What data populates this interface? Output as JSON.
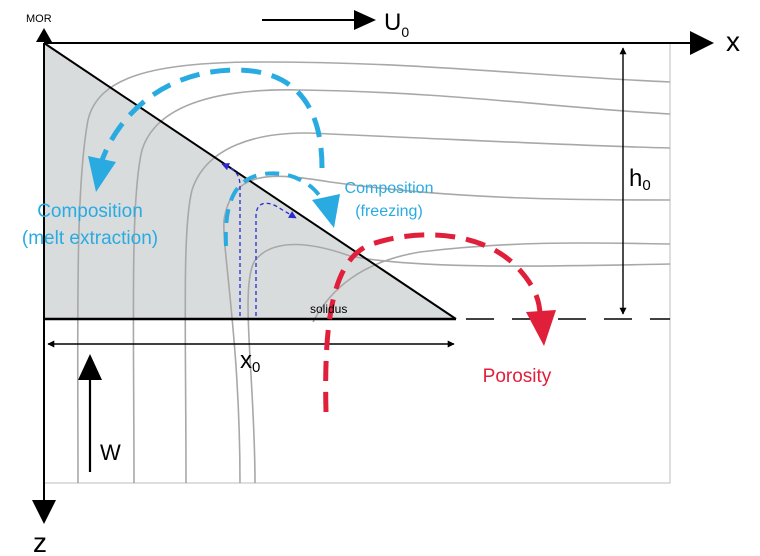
{
  "labels": {
    "mor": "MOR",
    "u0_main": "U",
    "u0_sub": "0",
    "x_axis": "x",
    "z_axis": "z",
    "h0_main": "h",
    "h0_sub": "0",
    "x0_main": "x",
    "x0_sub": "0",
    "w": "W",
    "solidus": "solidus",
    "composition_melt_line1": "Composition",
    "composition_melt_line2": "(melt extraction)",
    "composition_freezing_line1": "Composition",
    "composition_freezing_line2": "(freezing)",
    "porosity": "Porosity"
  },
  "colors": {
    "cyan": "#29abe2",
    "red": "#e0203a",
    "blue_dashed": "#2a2ad0",
    "grey_fill": "#d9dcdd",
    "streamline": "#a8a8a8",
    "axis": "#000000"
  }
}
